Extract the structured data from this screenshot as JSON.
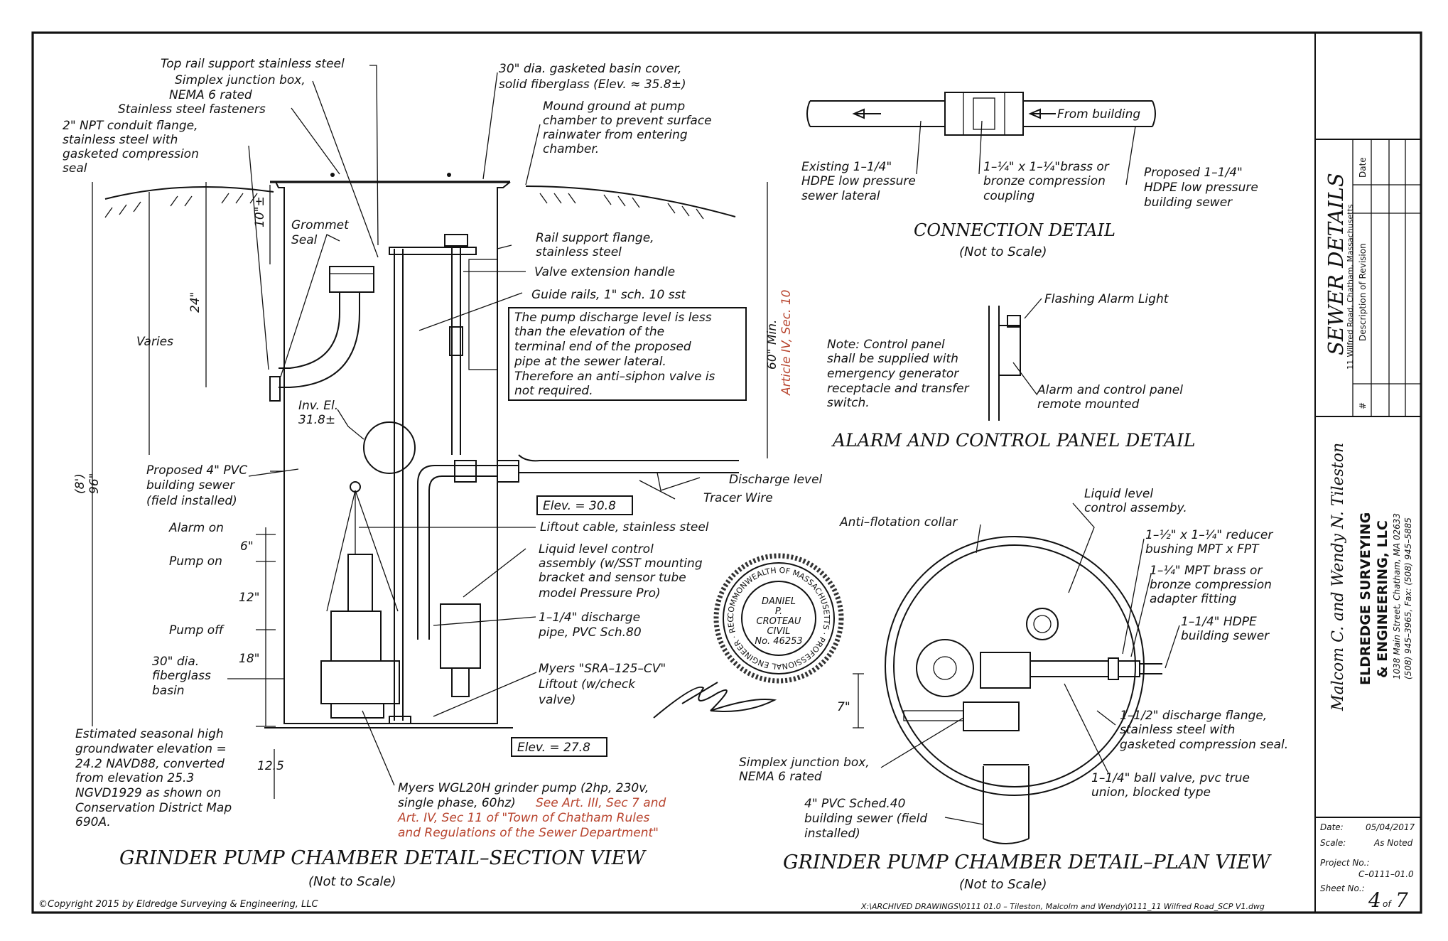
{
  "section_view": {
    "labels": {
      "top_rail": "Top rail support stainless steel",
      "jbox_1": "Simplex junction box,",
      "jbox_2": "NEMA 6 rated",
      "fasteners": "Stainless steel fasteners",
      "conduit_1": "2\" NPT conduit flange,",
      "conduit_2": "stainless steel with",
      "conduit_3": "gasketed compression",
      "conduit_4": "seal",
      "cover_1": "30\" dia. gasketed basin cover,",
      "cover_2": "solid fiberglass (Elev. ≈ 35.8±)",
      "mound_1": "Mound ground at pump",
      "mound_2": "chamber to prevent surface",
      "mound_3": "rainwater from entering",
      "mound_4": "chamber.",
      "grommet_1": "Grommet",
      "grommet_2": "Seal",
      "dim_10": "10\"±",
      "dim_24": "24\"",
      "varies": "Varies",
      "rail_flange_1": "Rail support flange,",
      "rail_flange_2": "stainless steel",
      "valve_handle": "Valve extension handle",
      "guide_rails": "Guide rails, 1\" sch. 10 sst",
      "note_1": "The pump discharge level is less",
      "note_2": "than the elevation of the",
      "note_3": "terminal end of the proposed",
      "note_4": "pipe at the sewer lateral.",
      "note_5": "Therefore an anti–siphon valve is",
      "note_6": "not required.",
      "dim_60": "60\" Min.",
      "article_ref": "Article IV, Sec. 10",
      "inv_1": "Inv. El.",
      "inv_2": "31.8±",
      "dim_8": "(8')",
      "dim_96": "96\"",
      "proposed_1": "Proposed 4\" PVC",
      "proposed_2": "building sewer",
      "proposed_3": "(field installed)",
      "discharge_level": "Discharge level",
      "tracer": "Tracer Wire",
      "elev_30": "Elev. = 30.8",
      "liftout_cable": "Liftout cable, stainless steel",
      "alarm_on": "Alarm on",
      "dim_6": "6\"",
      "pump_on": "Pump on",
      "llc_1": "Liquid level control",
      "llc_2": "assembly (w/SST mounting",
      "llc_3": "bracket and sensor tube",
      "llc_4": "model Pressure Pro)",
      "dim_12": "12\"",
      "pipe_1": "1–1/4\" discharge",
      "pipe_2": "pipe, PVC Sch.80",
      "pump_off": "Pump off",
      "dim_18": "18\"",
      "basin_1": "30\" dia.",
      "basin_2": "fiberglass",
      "basin_3": "basin",
      "myers_lift_1": "Myers \"SRA–125–CV\"",
      "myers_lift_2": "Liftout   (w/check",
      "myers_lift_3": "valve)",
      "gw_1": "Estimated seasonal high",
      "gw_2": "groundwater elevation =",
      "gw_3": "24.2 NAVD88, converted",
      "gw_4": "from elevation 25.3",
      "gw_5": "NGVD1929 as shown on",
      "gw_6": "Conservation District Map",
      "gw_7": "690A.",
      "dim_125": "12.5",
      "elev_27": "Elev. = 27.8",
      "pump_1": "Myers WGL20H grinder pump (2hp, 230v,",
      "pump_2a": "single phase, 60hz)",
      "pump_2b": "See Art. III, Sec 7 and",
      "pump_3": "Art. IV, Sec 11 of \"Town of Chatham Rules",
      "pump_4": "and Regulations of the Sewer Department\""
    },
    "title": "GRINDER PUMP CHAMBER DETAIL–SECTION VIEW",
    "subtitle": "(Not to Scale)"
  },
  "connection_detail": {
    "from_building": "From building",
    "existing_1": "Existing 1–1/4\"",
    "existing_2": "HDPE low pressure",
    "existing_3": "sewer lateral",
    "coupling_1": "1–¼\" x 1–¼\"brass or",
    "coupling_2": "bronze compression",
    "coupling_3": "coupling",
    "proposed_1": "Proposed 1–1/4\"",
    "proposed_2": "HDPE low pressure",
    "proposed_3": "building sewer",
    "title": "CONNECTION DETAIL",
    "subtitle": "(Not to Scale)"
  },
  "alarm_detail": {
    "flashing": "Flashing Alarm Light",
    "note_1": "Note:  Control panel",
    "note_2": "shall be supplied with",
    "note_3": "emergency generator",
    "note_4": "receptacle and transfer",
    "note_5": "switch.",
    "alarm_1": "Alarm and control panel",
    "alarm_2": "remote mounted",
    "title": "ALARM AND CONTROL PANEL DETAIL"
  },
  "plan_view": {
    "collar": "Anti–flotation collar",
    "llc_1": "Liquid level",
    "llc_2": "control assemby.",
    "reducer_1": "1–½\" x 1–¼\" reducer",
    "reducer_2": "bushing MPT x FPT",
    "adapter_1": "1–¼\" MPT brass or",
    "adapter_2": "bronze compression",
    "adapter_3": "adapter fitting",
    "hdpe_1": "1–1/4\" HDPE",
    "hdpe_2": "building sewer",
    "dim_7": "7\"",
    "flange_1": "1–1/2\" discharge flange,",
    "flange_2": "stainless steel with",
    "flange_3": "gasketed compression seal.",
    "jbox_1": "Simplex junction box,",
    "jbox_2": "NEMA 6 rated",
    "ball_1": "1–1/4\" ball valve, pvc true",
    "ball_2": "union, blocked type",
    "pvc_1": "4\" PVC Sched.40",
    "pvc_2": "building sewer (field",
    "pvc_3": "installed)",
    "title": "GRINDER PUMP CHAMBER DETAIL–PLAN VIEW",
    "subtitle": "(Not to Scale)"
  },
  "seal": {
    "ring_text": "COMMONWEALTH OF MASSACHUSETTS · PROFESSIONAL ENGINEER · REGISTERED ·",
    "line_1": "DANIEL",
    "line_2": "P.",
    "line_3": "CROTEAU",
    "line_4": "CIVIL",
    "line_5": "No. 46253"
  },
  "title_block": {
    "sheet_title": "SEWER DETAILS",
    "address": "11 Wilfred Road, Chatham, Massachusetts",
    "rev_date": "Date",
    "rev_desc": "Description of Revision",
    "rev_num": "#",
    "client": "Malcom C. and Wendy N. Tileston",
    "firm_1": "ELDREDGE SURVEYING",
    "firm_2": "& ENGINEERING, LLC",
    "firm_addr": "1038 Main Street, Chatham, MA 02633",
    "firm_phone": "(508) 945–3965, Fax: (508) 945–5885",
    "date_label": "Date:",
    "date_value": "05/04/2017",
    "scale_label": "Scale:",
    "scale_value": "As Noted",
    "project_label": "Project No.:",
    "project_value": "C–0111–01.0",
    "sheet_label": "Sheet No.:",
    "sheet_num": "4",
    "sheet_of": "of",
    "sheet_total": "7"
  },
  "footer": {
    "copyright": "©Copyright 2015 by Eldredge Surveying & Engineering, LLC",
    "file_path": "X:\\ARCHIVED DRAWINGS\\0111 01.0 – Tileston, Malcolm and Wendy\\0111_11 Wilfred Road_SCP V1.dwg"
  }
}
